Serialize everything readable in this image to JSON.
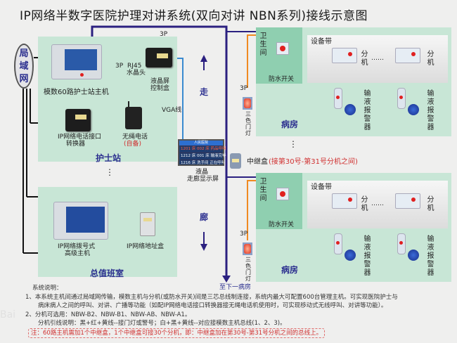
{
  "title": "IP网络半数字医院护理对讲系统(双向对讲 NBN系列)接线示意图",
  "colors": {
    "zone_bg": "#c8e6d6",
    "bus_line": "#2b2080",
    "power_line": "#f08a20",
    "data_line_green": "#20a040",
    "vga_line": "#3a8ad0",
    "phone_line": "#b03070",
    "label_blue": "#2b2f8f",
    "note_red": "#d03030"
  },
  "lan": {
    "label": "局域网"
  },
  "nurse_station": {
    "zone_label": "护士站",
    "host_label": "模数60路护士站主机",
    "cable_3p": "3P",
    "rj45_label": [
      "RJ45",
      "水晶头"
    ],
    "lcd_ctrl_label": [
      "液晶屏",
      "控制盒"
    ],
    "ip_phone_converter_label": [
      "IP网络电话接口",
      "转换器"
    ],
    "cordless_phone_label": "无绳电话",
    "cordless_phone_note": "(自备)",
    "vga_label": "VGA线"
  },
  "bus_3p_label": "3P",
  "corridor": {
    "top_char": "走",
    "bottom_char": "廊",
    "display_label": [
      "液晶",
      "走廊显示屏"
    ],
    "display": {
      "header": "人民医院",
      "rows": [
        {
          "text": "1201 床 002 床  药品呼叫",
          "alert": true
        },
        {
          "text": "1212 床 001 床  输液完毕",
          "alert": false
        },
        {
          "text": "1216 床 洗手间  正在呼叫",
          "alert": false
        }
      ]
    }
  },
  "relay": {
    "label": "中继盒",
    "note": "(接第30号-第31号分机之间)"
  },
  "ward": {
    "bathroom_label": "卫生间",
    "waterproof_switch": "防水开关",
    "equipment_band": "设备带",
    "extension_label": "分机",
    "ellipsis": "……",
    "infusion_alarm": "输液报警器",
    "door_lamp": "三色门灯",
    "wire_3p": "3P",
    "room_label": "病房"
  },
  "to_next_ward": "至下一病房",
  "duty_room": {
    "zone_label": "总值班室",
    "master_label": [
      "IP网络拨号式",
      "高级主机"
    ],
    "address_box_label": "IP网络地址盒"
  },
  "ellipsis_dots": "⋮",
  "notes": {
    "heading": "系统说明：",
    "line1": "1、本系统主机间通过局域网传输，模数主机与分机(或防水开关)间是三芯总线制连接，系统内最大可配置600台管理主机。可实现医院护士与",
    "line1b": "病床病人之间的呼叫、对讲、广播等功能（如配IP网络电话接口转换器接无绳电话机使用时，可实现移动式无线呼叫、对讲等功能）。",
    "line2": "2、分机可选用：NBW-B2、NBW-B1、NBW-AB、NBW-A1。",
    "line2b": "分机引线说明：黑+红+黄线--接门灯或警号；白+黑+黄线--对应接模数主机总线(1、2、3)。",
    "warning": "注：60路主机需加1个中继盒，1个中继盒可接30个分机，即：中继盒加在第30号-第31号分机之间的总线上。"
  },
  "watermark": "Bai"
}
